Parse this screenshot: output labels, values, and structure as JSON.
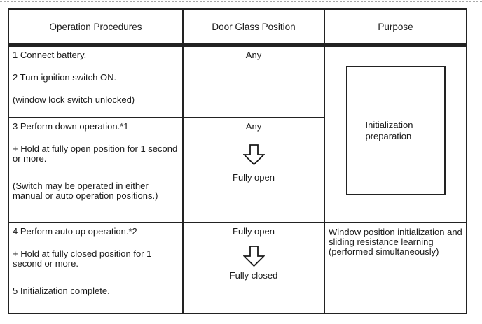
{
  "table": {
    "headers": {
      "operation": "Operation Procedures",
      "door_glass": "Door Glass Position",
      "purpose": "Purpose"
    },
    "rows": [
      {
        "operation": [
          "1 Connect battery.",
          "2 Turn ignition switch ON.",
          "(window lock switch unlocked)"
        ],
        "door_glass": {
          "start": "Any"
        }
      },
      {
        "operation": [
          "3 Perform down operation.*1",
          "+ Hold at fully open position for 1 second or more.",
          "(Switch may be operated in either manual or auto operation positions.)"
        ],
        "door_glass": {
          "start": "Any",
          "end": "Fully open"
        }
      },
      {
        "operation": [
          "4 Perform auto up operation.*2",
          "+ Hold at fully closed position for 1 second or more.",
          "5 Initialization complete."
        ],
        "door_glass": {
          "start": "Fully open",
          "end": "Fully closed"
        }
      }
    ],
    "purposes": {
      "rows_1_2": "Initialization preparation",
      "row_3": "Window position initialization and sliding resistance learning (performed simultaneously)"
    }
  },
  "icons": {
    "down_arrow": "down-arrow"
  },
  "colors": {
    "text": "#1a1a1a",
    "border": "#222222",
    "background": "#ffffff"
  }
}
